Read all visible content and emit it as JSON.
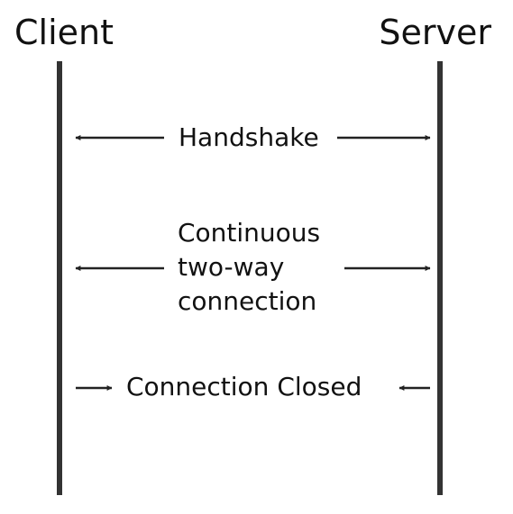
{
  "actors": {
    "client": "Client",
    "server": "Server"
  },
  "messages": [
    {
      "id": "handshake",
      "lines": [
        "Handshake"
      ],
      "direction": "bidirectional-outward"
    },
    {
      "id": "continuous",
      "lines": [
        "Continuous",
        "two-way",
        "connection"
      ],
      "direction": "bidirectional-outward"
    },
    {
      "id": "closed",
      "lines": [
        "Connection Closed"
      ],
      "direction": "inward"
    }
  ],
  "colors": {
    "lifeline": "#333333",
    "arrow": "#222222",
    "text": "#111111",
    "background": "#ffffff"
  }
}
